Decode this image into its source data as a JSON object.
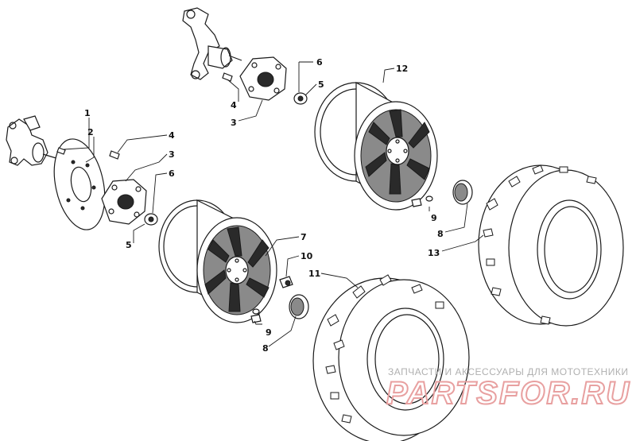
{
  "callouts": {
    "c1": "1",
    "c2": "2",
    "c3a": "3",
    "c3b": "3",
    "c4a": "4",
    "c4b": "4",
    "c5a": "5",
    "c5b": "5",
    "c6a": "6",
    "c6b": "6",
    "c7": "7",
    "c8a": "8",
    "c8b": "8",
    "c9a": "9",
    "c9b": "9",
    "c10": "10",
    "c11": "11",
    "c12": "12",
    "c13": "13"
  },
  "watermark": {
    "tagline": "ЗАПЧАСТИ И АКСЕССУАРЫ ДЛЯ МОТОТЕХНИКИ",
    "brand": "PARTSFOR.RU"
  }
}
